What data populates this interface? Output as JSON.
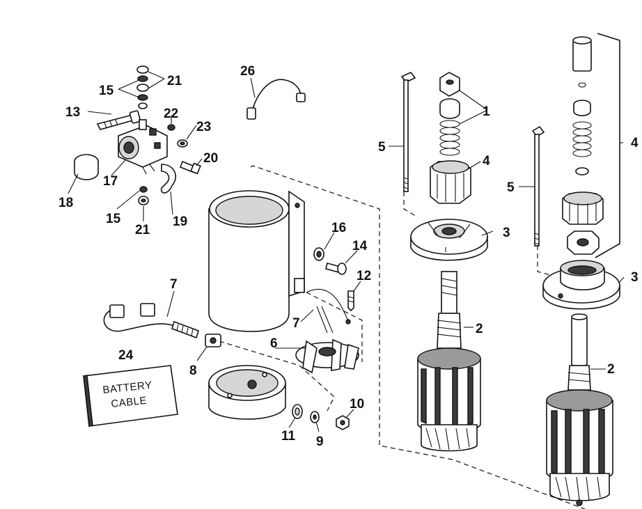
{
  "callouts": [
    {
      "id": "c1",
      "text": "1"
    },
    {
      "id": "c2a",
      "text": "2"
    },
    {
      "id": "c2b",
      "text": "2"
    },
    {
      "id": "c3a",
      "text": "3"
    },
    {
      "id": "c3b",
      "text": "3"
    },
    {
      "id": "c4a",
      "text": "4"
    },
    {
      "id": "c4b",
      "text": "4"
    },
    {
      "id": "c5a",
      "text": "5"
    },
    {
      "id": "c5b",
      "text": "5"
    },
    {
      "id": "c6",
      "text": "6"
    },
    {
      "id": "c7a",
      "text": "7"
    },
    {
      "id": "c7b",
      "text": "7"
    },
    {
      "id": "c8",
      "text": "8"
    },
    {
      "id": "c9",
      "text": "9"
    },
    {
      "id": "c10",
      "text": "10"
    },
    {
      "id": "c11",
      "text": "11"
    },
    {
      "id": "c12",
      "text": "12"
    },
    {
      "id": "c13",
      "text": "13"
    },
    {
      "id": "c14",
      "text": "14"
    },
    {
      "id": "c15a",
      "text": "15"
    },
    {
      "id": "c15b",
      "text": "15"
    },
    {
      "id": "c16",
      "text": "16"
    },
    {
      "id": "c17",
      "text": "17"
    },
    {
      "id": "c18",
      "text": "18"
    },
    {
      "id": "c19",
      "text": "19"
    },
    {
      "id": "c20",
      "text": "20"
    },
    {
      "id": "c21a",
      "text": "21"
    },
    {
      "id": "c21b",
      "text": "21"
    },
    {
      "id": "c22",
      "text": "22"
    },
    {
      "id": "c23",
      "text": "23"
    },
    {
      "id": "c24",
      "text": "24"
    },
    {
      "id": "c26",
      "text": "26"
    }
  ],
  "battery_box": {
    "line1": "BATTERY",
    "line2": "CABLE"
  }
}
